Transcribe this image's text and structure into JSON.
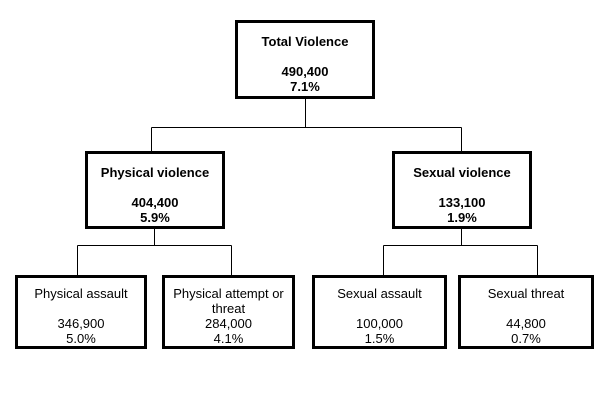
{
  "diagram": {
    "type": "tree",
    "colors": {
      "border": "#000000",
      "background": "#ffffff",
      "text": "#000000"
    },
    "nodes": {
      "total": {
        "label": "Total Violence",
        "value": "490,400",
        "percent": "7.1%",
        "parent": null
      },
      "physical": {
        "label": "Physical violence",
        "value": "404,400",
        "percent": "5.9%",
        "parent": "total"
      },
      "sexual": {
        "label": "Sexual violence",
        "value": "133,100",
        "percent": "1.9%",
        "parent": "total"
      },
      "physical_assault": {
        "label": "Physical assault",
        "value": "346,900",
        "percent": "5.0%",
        "parent": "physical"
      },
      "physical_attempt": {
        "label": "Physical attempt or threat",
        "value": "284,000",
        "percent": "4.1%",
        "parent": "physical"
      },
      "sexual_assault": {
        "label": "Sexual assault",
        "value": "100,000",
        "percent": "1.5%",
        "parent": "sexual"
      },
      "sexual_threat": {
        "label": "Sexual threat",
        "value": "44,800",
        "percent": "0.7%",
        "parent": "sexual"
      }
    }
  }
}
